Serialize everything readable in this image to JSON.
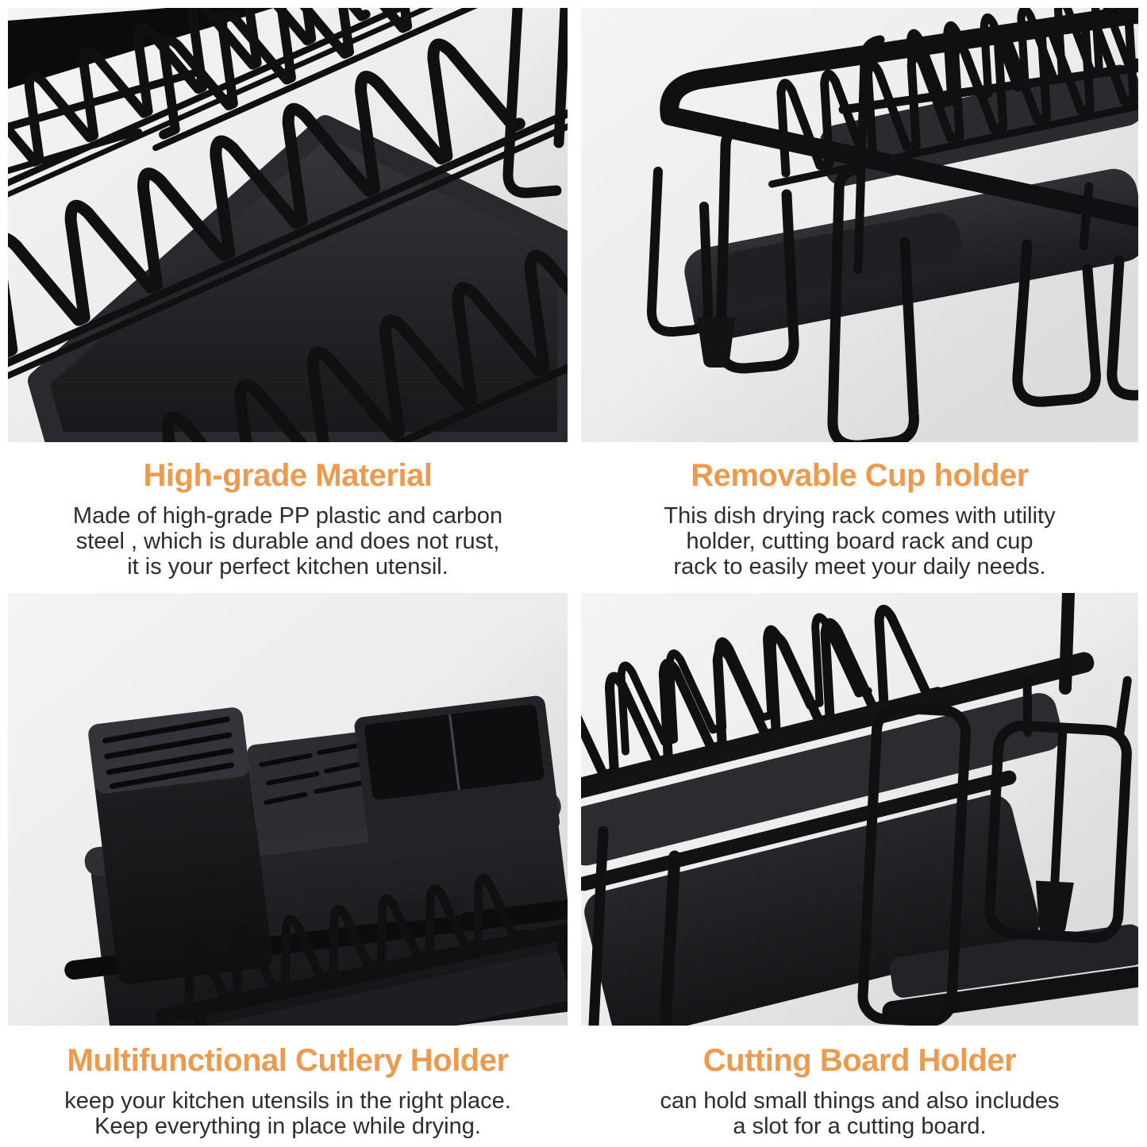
{
  "theme": {
    "accent": "#EB9A4E",
    "body_text": "#2D2D2D",
    "photo_background": "#E9E9E9",
    "page_background": "#FFFFFF",
    "product_color": "#101013"
  },
  "photos": {
    "top_left": "black-wire-dish-rack-closeup-photo",
    "top_right": "dish-rack-corner-with-removable-cup-holder-photo",
    "bottom_left": "black-cutlery-holder-with-knife-block-photo",
    "bottom_right": "dish-rack-side-with-cutting-board-holder-photo"
  },
  "features": [
    {
      "id": "high-grade-material",
      "title": "High-grade Material",
      "body": [
        "Made of high-grade PP plastic and carbon",
        "steel , which is durable and does not rust,",
        "it is your perfect kitchen utensil."
      ]
    },
    {
      "id": "removable-cup-holder",
      "title": "Removable Cup holder",
      "body": [
        "This dish drying rack comes with utility",
        "holder, cutting board rack and cup",
        "rack to easily meet your daily needs."
      ]
    },
    {
      "id": "multifunctional-cutlery-holder",
      "title": "Multifunctional Cutlery Holder",
      "body": [
        "keep your kitchen utensils in the right place.",
        "Keep everything in place while drying."
      ]
    },
    {
      "id": "cutting-board-holder",
      "title": "Cutting Board Holder",
      "body": [
        "can hold small things and also includes",
        "a slot for a cutting board."
      ]
    }
  ]
}
